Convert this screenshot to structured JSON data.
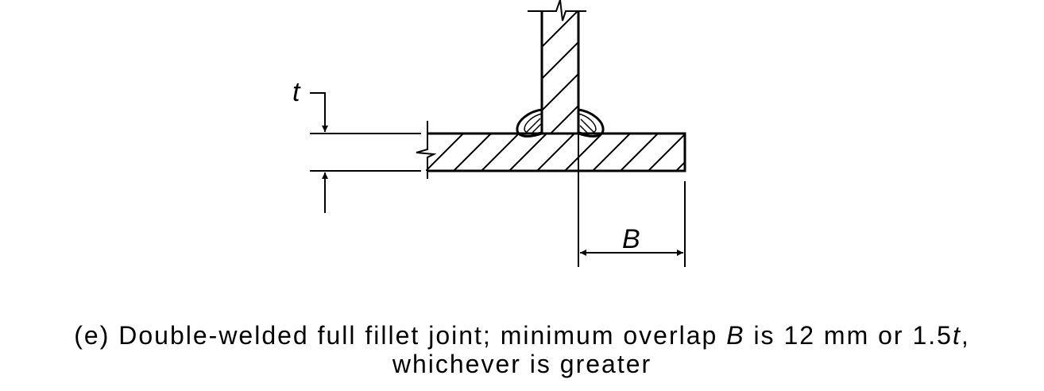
{
  "diagram": {
    "label_t": "t",
    "label_B": "B"
  },
  "caption": {
    "prefix": "(e)",
    "part1": "Double-welded full fillet joint; minimum overlap ",
    "var_B": "B",
    "part2": " is 12 mm or 1.5",
    "var_t": "t",
    "part3": ",",
    "line2": "whichever is greater"
  },
  "colors": {
    "line": "#000000",
    "background": "#ffffff"
  }
}
